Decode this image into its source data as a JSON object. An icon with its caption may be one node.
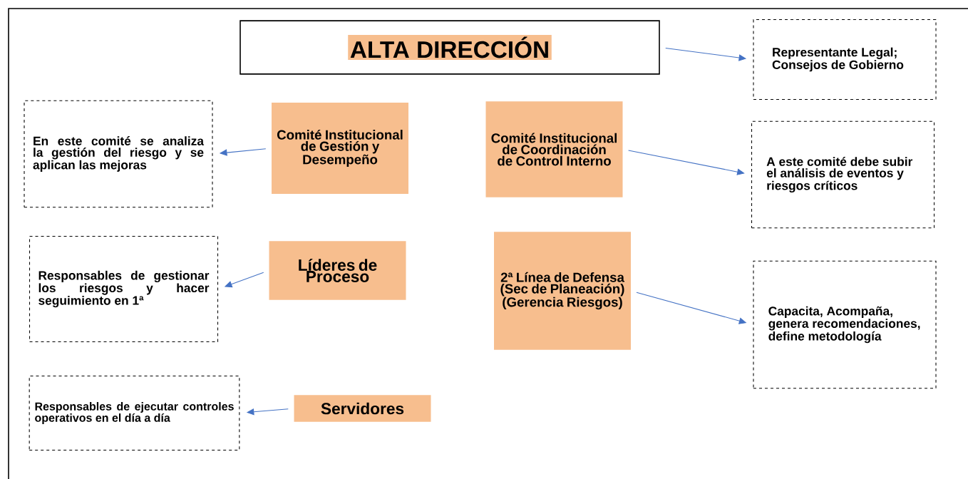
{
  "diagram": {
    "nodes": [
      {
        "text": [
          "ALTA DIRECCIÓN"
        ]
      },
      {
        "text": [
          "Representante Legal; Consejos de Gobierno"
        ]
      },
      {
        "text": [
          "En este comité se analiza la gestión del riesgo y se aplican las mejoras"
        ]
      },
      {
        "text": [
          "Comité Institucional de Gestión y Desempeño"
        ]
      },
      {
        "text": [
          "Comité Institucional de Coordinación de Control Interno"
        ]
      },
      {
        "text": [
          "A este comité debe subir el análisis de eventos y riesgos críticos"
        ]
      },
      {
        "text": [
          "Responsables de gestionar los riesgos y hacer seguimiento en 1ª"
        ]
      },
      {
        "text": [
          "Líderes de Proceso"
        ]
      },
      {
        "text": [
          "2ª Línea de Defensa (Sec de Planeación) (Gerencia Riesgos)"
        ]
      },
      {
        "text": [
          "Capacita, Acompaña, genera recomendaciones, define metodología"
        ]
      },
      {
        "text": [
          "Responsables de ejecutar controles operativos en el día a día"
        ]
      },
      {
        "text": [
          "Servidores"
        ]
      }
    ],
    "edges": [
      {
        "from": 0,
        "to": 1,
        "arrow": "to"
      },
      {
        "from": 3,
        "to": 2,
        "arrow": "to"
      },
      {
        "from": 4,
        "to": 5,
        "arrow": "to"
      },
      {
        "from": 7,
        "to": 6,
        "arrow": "to"
      },
      {
        "from": 8,
        "to": 9,
        "arrow": "to"
      },
      {
        "from": 11,
        "to": 10,
        "arrow": "to"
      }
    ]
  }
}
